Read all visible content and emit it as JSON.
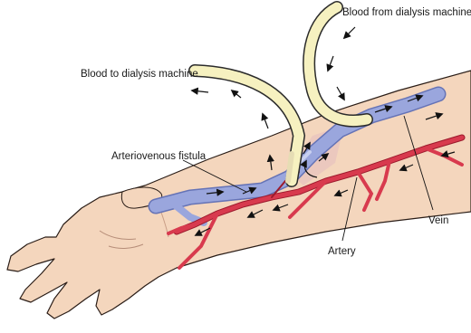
{
  "diagram": {
    "labels": {
      "blood_from_machine": "Blood from dialysis machine",
      "blood_to_machine": "Blood to dialysis machine",
      "fistula": "Arteriovenous fistula",
      "vein": "Vein",
      "artery": "Artery"
    },
    "colors": {
      "skin": "#f4d6bd",
      "skin_outline": "#2a1d17",
      "vein": "#9aa6dd",
      "vein_outline": "#6573b6",
      "artery": "#d83a4e",
      "artery_outline": "#9c1a2c",
      "tube": "#f6f1c0",
      "tube_outline": "#2b2b2b",
      "arrow": "#111111"
    }
  }
}
